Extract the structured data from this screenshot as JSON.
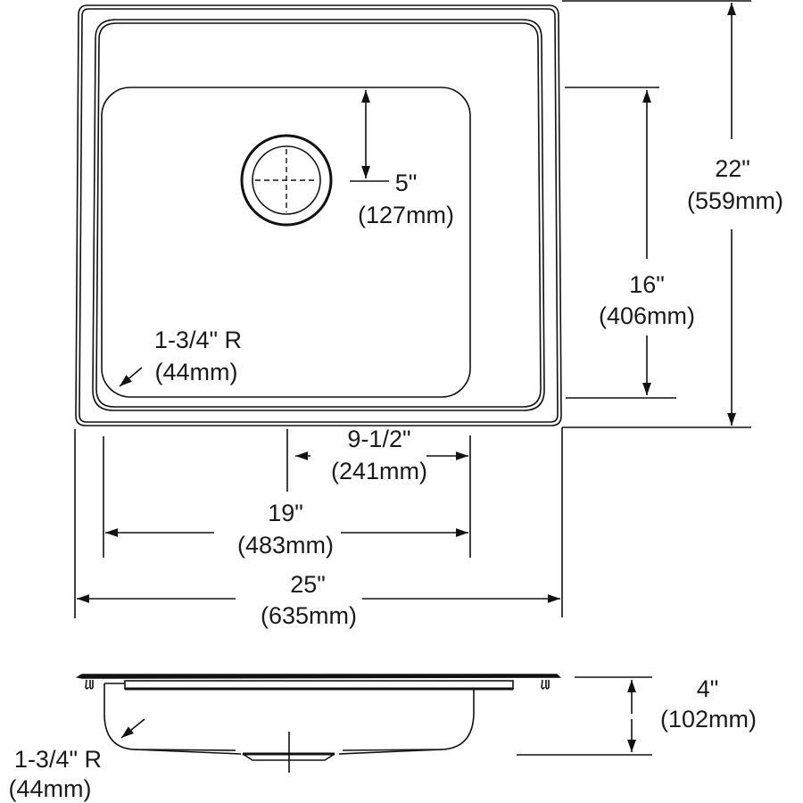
{
  "drawing": {
    "title": "Single bowl drop-in sink dimension drawing",
    "top_view": {
      "drain_offset": {
        "inches": "5\"",
        "mm": "(127mm)"
      },
      "corner_radius": {
        "inches": "1-3/4\" R",
        "mm": "(44mm)"
      },
      "bowl_length": {
        "inches": "16\"",
        "mm": "(406mm)"
      },
      "overall_length": {
        "inches": "22\"",
        "mm": "(559mm)"
      },
      "drain_to_bowl_edge": {
        "inches": "9-1/2\"",
        "mm": "(241mm)"
      },
      "bowl_width": {
        "inches": "19\"",
        "mm": "(483mm)"
      },
      "overall_width": {
        "inches": "25\"",
        "mm": "(635mm)"
      }
    },
    "side_view": {
      "bowl_depth": {
        "inches": "4\"",
        "mm": "(102mm)"
      },
      "bottom_radius": {
        "inches": "1-3/4\" R",
        "mm": "(44mm)"
      }
    },
    "colors": {
      "line": "#111111",
      "background": "#ffffff"
    }
  }
}
